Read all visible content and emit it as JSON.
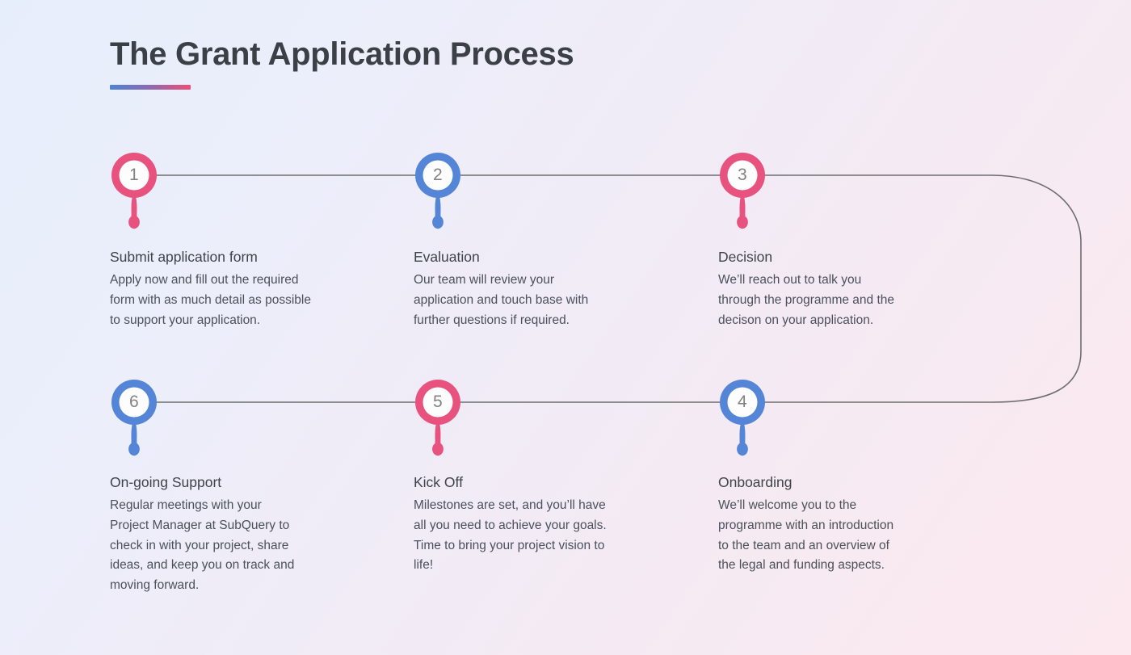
{
  "header": {
    "title": "The Grant Application Process",
    "accent_blue": "#4f82d4",
    "accent_pink": "#ef4d74"
  },
  "theme": {
    "pink": "#e8527f",
    "blue": "#5485d6",
    "line": "#6e6e6e",
    "bg_start": "#e7eefb",
    "bg_end": "#fbe9ef",
    "number_color": "#828282",
    "title_color": "#3f434a",
    "body_color": "#4b5059"
  },
  "steps": [
    {
      "number": "1",
      "color": "pink",
      "title": "Submit application form",
      "description": "Apply now and fill out the required form with as much detail as possible to support your application."
    },
    {
      "number": "2",
      "color": "blue",
      "title": "Evaluation",
      "description": "Our team will review your application and touch base with further questions if required."
    },
    {
      "number": "3",
      "color": "pink",
      "title": "Decision",
      "description": "We’ll reach out to talk you through the programme and the decison on your application."
    },
    {
      "number": "4",
      "color": "blue",
      "title": "Onboarding",
      "description": "We’ll welcome you to the programme with an introduction to the team and an overview of the legal and funding aspects."
    },
    {
      "number": "5",
      "color": "pink",
      "title": "Kick Off",
      "description": "Milestones are set, and you’ll have all you need to achieve your goals. Time to bring your project vision to life!"
    },
    {
      "number": "6",
      "color": "blue",
      "title": "On-going Support",
      "description": "Regular meetings with your Project Manager at SubQuery to check in with your project, share ideas, and keep you on track and moving forward."
    }
  ]
}
